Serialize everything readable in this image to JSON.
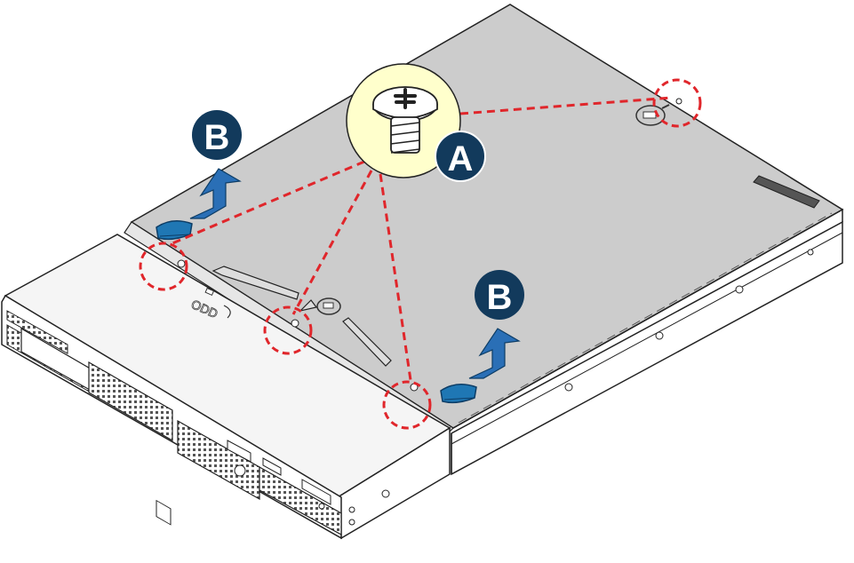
{
  "callouts": {
    "a": {
      "letter": "A",
      "color": "#123a5c"
    },
    "b_left": {
      "letter": "B",
      "color": "#123a5c"
    },
    "b_right": {
      "letter": "B",
      "color": "#123a5c"
    }
  },
  "labels": {
    "odd": "ODD"
  },
  "colors": {
    "leader_line": "#e0262b",
    "screw_highlight": "#ffffcc",
    "latch": "#1f77b4",
    "arrow": "#2a6fb6",
    "cover": "#cccccc",
    "cover_edge": "#222222"
  },
  "icons": [
    "screw-icon",
    "lift-arrow-icon",
    "latch-button-icon",
    "lock-symbol-icon"
  ]
}
